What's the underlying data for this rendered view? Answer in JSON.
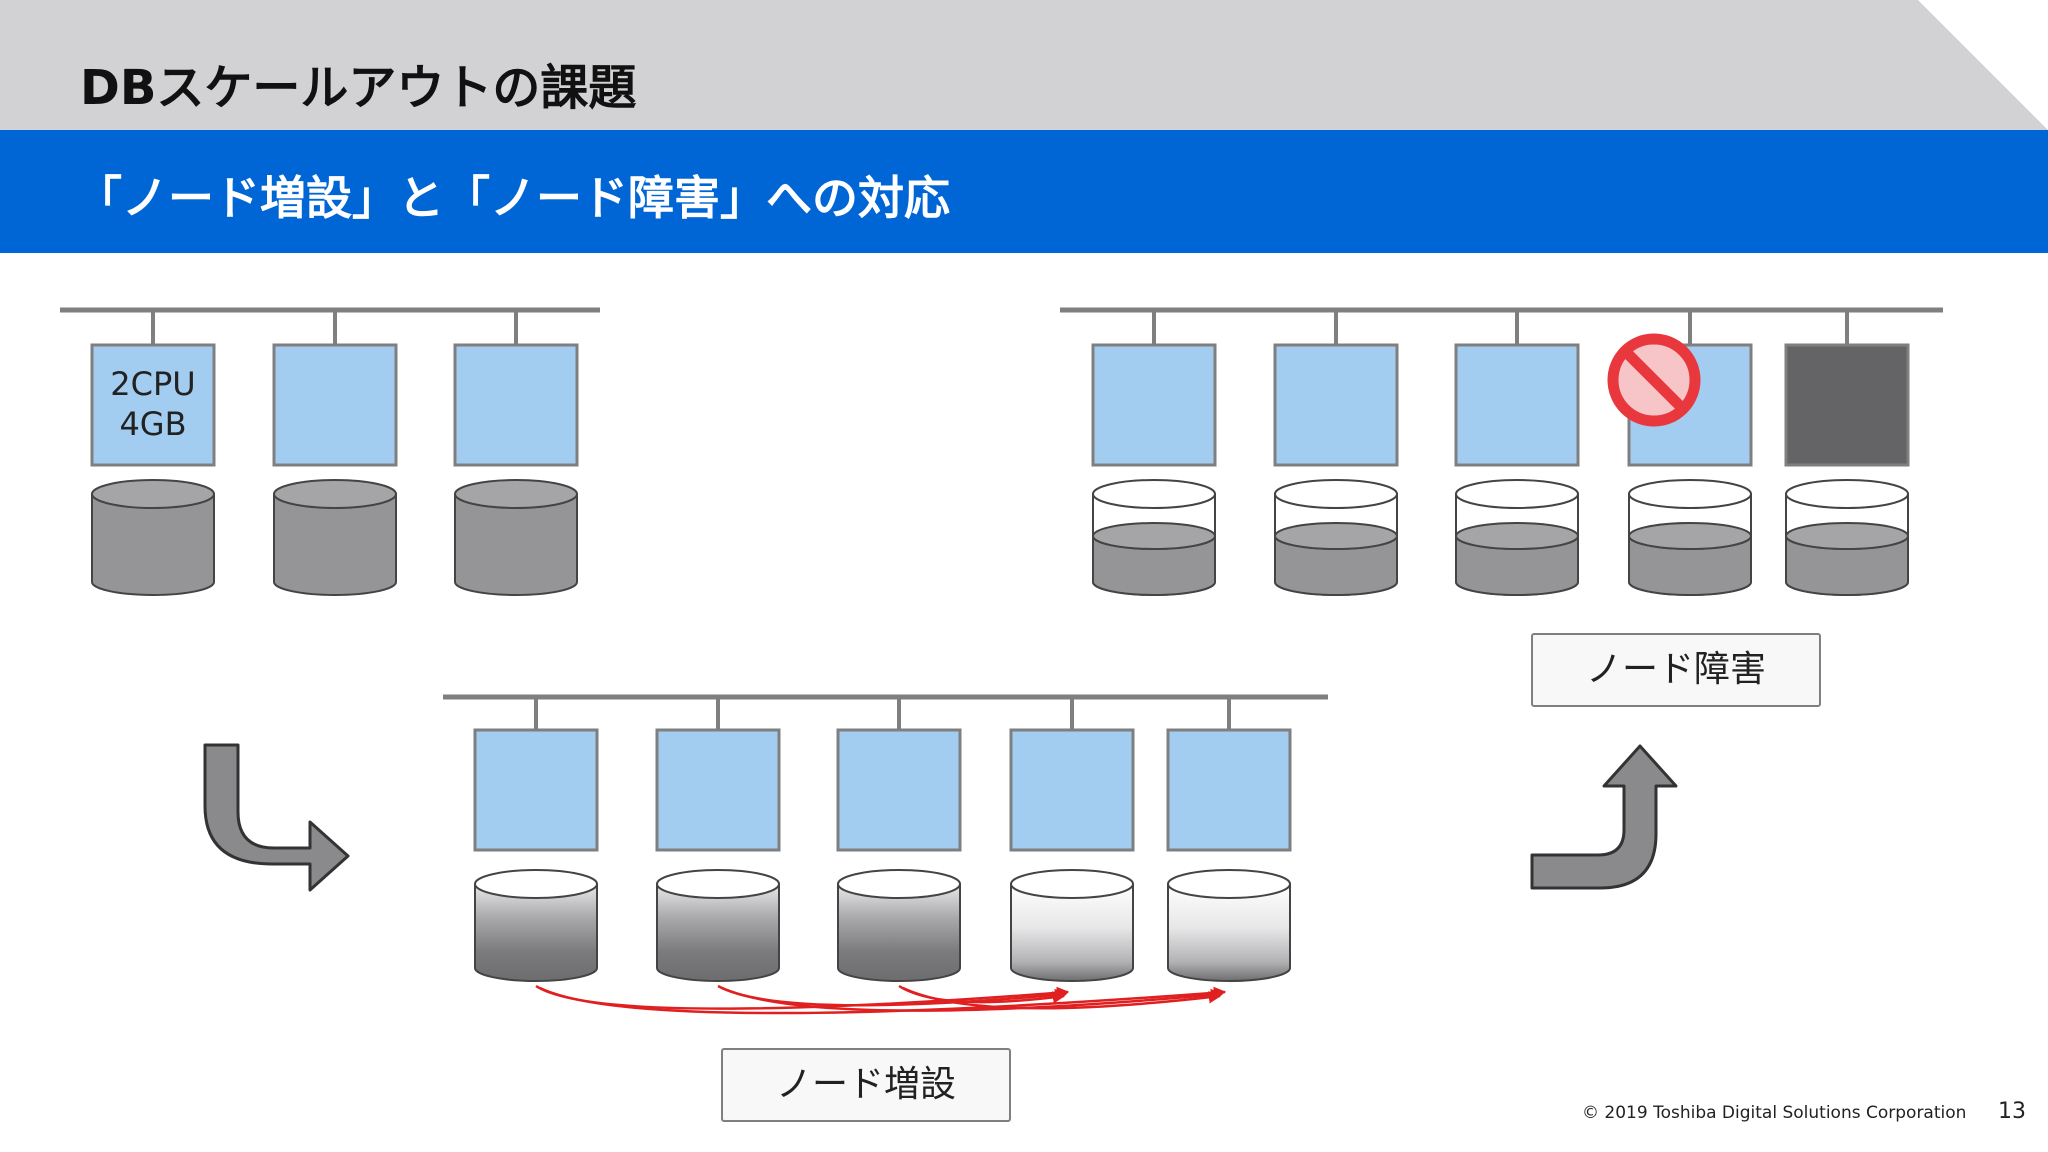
{
  "slide": {
    "title": "DBスケールアウトの課題",
    "subtitle": "「ノード増設」と「ノード障害」への対応",
    "node_spec": {
      "cpu": "2CPU",
      "memory": "4GB"
    },
    "labels": {
      "node_addition": "ノード増設",
      "node_failure": "ノード障害"
    },
    "footer": "© 2019 Toshiba Digital Solutions Corporation",
    "page_number": "13"
  },
  "colors": {
    "header_bg": "#d2d1d4",
    "band_bg": "#0066d6",
    "server_fill": "#a3cdf0",
    "disk_fill": "#959497",
    "failed_server": "#646366",
    "prohibit_red": "#e8383d",
    "replication_arrow": "#e02020"
  },
  "icons": {
    "failure_marker": "prohibited-icon",
    "flow_arrows": [
      "turn-right-arrow-icon",
      "turn-up-arrow-icon"
    ]
  },
  "clusters": {
    "initial": {
      "node_count": 3,
      "disk_fill_level": 1.0
    },
    "scaled_out": {
      "node_count": 5,
      "new_nodes": 2,
      "disk_fill_level_existing": 0.75,
      "disk_fill_level_new": 0.45
    },
    "failure": {
      "node_count": 5,
      "failed_node_index": 4,
      "blocked_node_index": 3,
      "disk_fill_level": 0.55
    }
  }
}
